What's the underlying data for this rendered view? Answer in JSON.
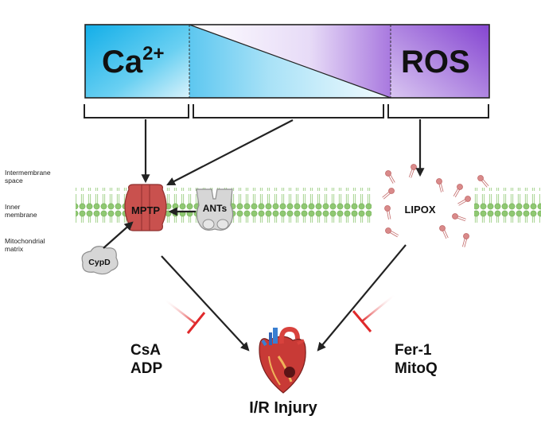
{
  "gradient_bar": {
    "ca_label": "Ca",
    "ca_superscript": "2+",
    "ros_label": "ROS",
    "colors": {
      "ca": "#1fb8ec",
      "ros": "#8a4fd3",
      "mid": "#ffffff"
    }
  },
  "membrane_labels": {
    "intermembrane": "Intermembrane space",
    "inner": "Inner membrane",
    "matrix": "Mitochondrial matrix"
  },
  "proteins": {
    "mptp": "MPTP",
    "ants": "ANTs",
    "cypd": "CypD",
    "lipox": "LIPOX"
  },
  "inhibitors": {
    "left": [
      "CsA",
      "ADP"
    ],
    "right": [
      "Fer-1",
      "MitoQ"
    ]
  },
  "outcome": "I/R Injury",
  "icons": [
    "heart-icon",
    "lipid-molecule-icon",
    "inhibition-bar-icon"
  ],
  "colors": {
    "membrane": "#8fc872",
    "mptp": "#c9514e",
    "inhibitor": "#e0292b",
    "arrow": "#222222"
  }
}
